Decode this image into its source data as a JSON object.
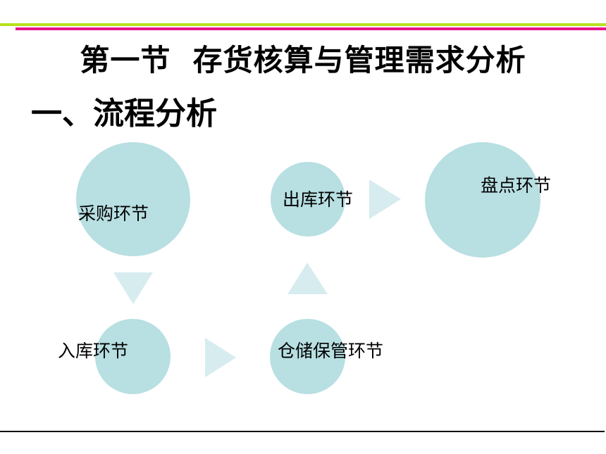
{
  "title": "第一节  存货核算与管理需求分析",
  "subtitle": "一、流程分析",
  "colors": {
    "top_bar_green": "#b6e21c",
    "top_bar_magenta": "#e8148c",
    "node_fill": "#b8dfe2",
    "arrow_fill": "#d7ecee",
    "footer_line": "#000000"
  },
  "nodes": {
    "purchase": "采购环节",
    "inbound": "入库环节",
    "storage": "仓储保管环节",
    "outbound": "出库环节",
    "inventory_count": "盘点环节"
  },
  "flow_arrows": [
    "down",
    "right",
    "up",
    "right"
  ]
}
